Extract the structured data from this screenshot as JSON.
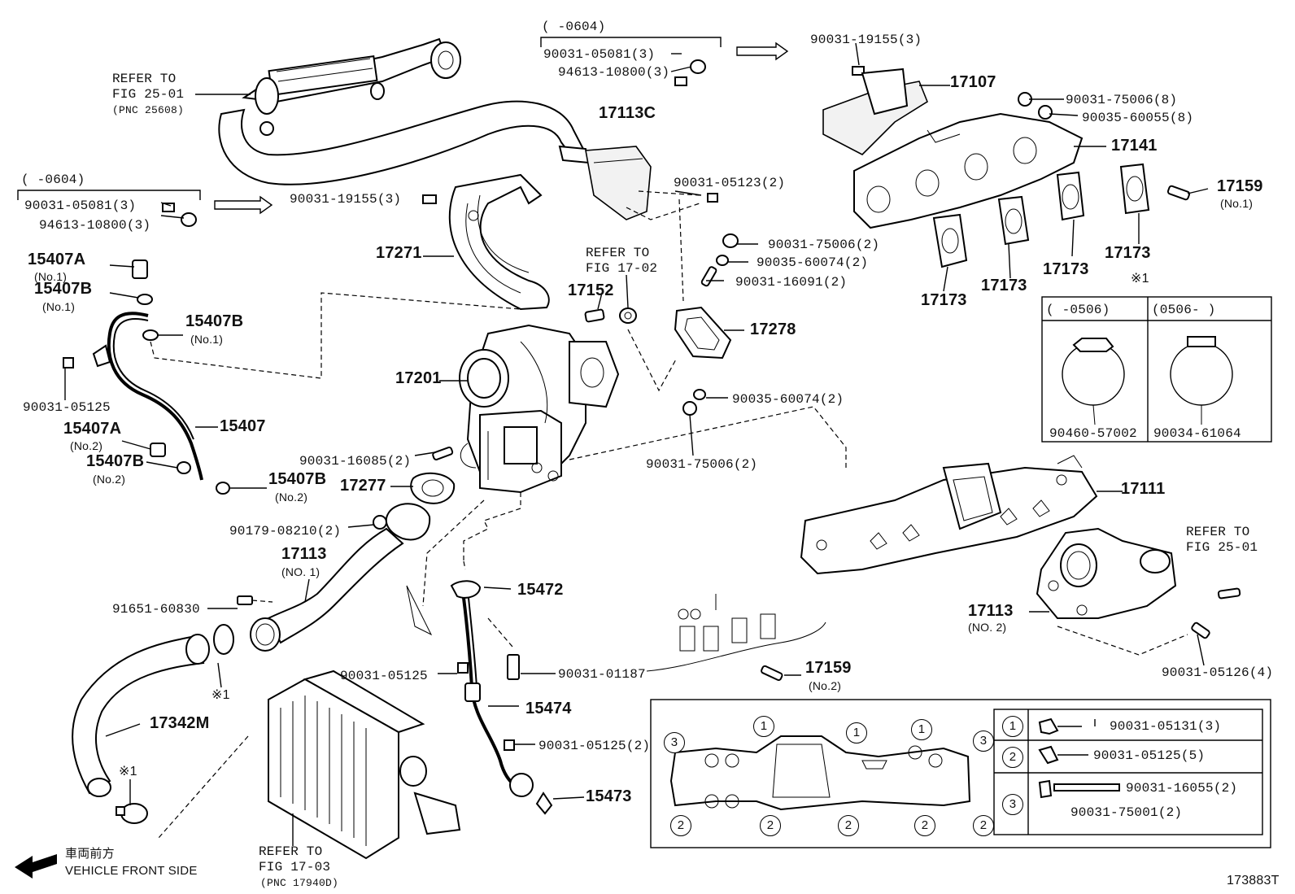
{
  "diagram_id": "173883T",
  "front_side": {
    "jp": "車両前方",
    "en": "VEHICLE FRONT SIDE"
  },
  "refs": {
    "r2501a": {
      "line1": "REFER TO",
      "line2": "FIG 25-01",
      "line3": "(PNC 25608)"
    },
    "r1702": {
      "line1": "REFER TO",
      "line2": "FIG 17-02"
    },
    "r2501b": {
      "line1": "REFER TO",
      "line2": "FIG 25-01"
    },
    "r1703": {
      "line1": "REFER TO",
      "line2": "FIG 17-03",
      "line3": "(PNC 17940D)"
    }
  },
  "labels": {
    "g1_range": "(     -0604)",
    "g1_a": "90031-05081(3)",
    "g1_b": "94613-10800(3)",
    "g2_range": "(     -0604)",
    "g2_a": "90031-05081(3)",
    "g2_b": "94613-10800(3)",
    "p19155a": "90031-19155(3)",
    "p19155b": "90031-19155(3)",
    "p17107": "17107",
    "p75006_8": "90031-75006(8)",
    "p60055": "90035-60055(8)",
    "p17141": "17141",
    "p17113C": "17113C",
    "p05123": "90031-05123(2)",
    "p17159a": "17159",
    "p17159a_sub": "(No.1)",
    "p17173a": "17173",
    "p17173b": "17173",
    "p17173c": "17173",
    "p17173d": "17173",
    "p15407Aa": "15407A",
    "p15407Aa_sub": "(No.1)",
    "p15407Ba": "15407B",
    "p15407Ba_sub": "(No.1)",
    "p15407Bb": "15407B",
    "p15407Bb_sub": "(No.1)",
    "p17271": "17271",
    "p75006_2a": "90031-75006(2)",
    "p60074a": "90035-60074(2)",
    "p16091": "90031-16091(2)",
    "p17152": "17152",
    "p17278": "17278",
    "p17201": "17201",
    "p05125a": "90031-05125",
    "p15407": "15407",
    "p60074b": "90035-60074(2)",
    "p15407Ab": "15407A",
    "p15407Ab_sub": "(No.2)",
    "p16085": "90031-16085(2)",
    "p75006_2b": "90031-75006(2)",
    "p15407Bc": "15407B",
    "p15407Bc_sub": "(No.2)",
    "p15407Bd": "15407B",
    "p15407Bd_sub": "(No.2)",
    "p17277": "17277",
    "p17111": "17111",
    "p08210": "90179-08210(2)",
    "p17113n1": "17113",
    "p17113n1_sub": "(NO. 1)",
    "p15472": "15472",
    "p60830": "91651-60830",
    "p17113n2": "17113",
    "p17113n2_sub": "(NO. 2)",
    "p05126": "90031-05126(4)",
    "p05125b": "90031-05125",
    "p01187": "90031-01187",
    "p17159b": "17159",
    "p17159b_sub": "(No.2)",
    "note1a": "※1",
    "note1b": "※1",
    "note1c": "※1",
    "p15474": "15474",
    "p17342M": "17342M",
    "p05125_2": "90031-05125(2)",
    "p15473": "15473"
  },
  "clamp_box": {
    "left_range": "(      -0506)",
    "right_range": "(0506-      )",
    "left_part": "90460-57002",
    "right_part": "90034-61064"
  },
  "bolt_table": {
    "rows": [
      {
        "key": "1",
        "parts": [
          "90031-05131(3)"
        ]
      },
      {
        "key": "2",
        "parts": [
          "90031-05125(5)"
        ]
      },
      {
        "key": "3",
        "parts": [
          "90031-16055(2)",
          "90031-75001(2)"
        ]
      }
    ]
  },
  "gasket_markers": {
    "top": [
      "3",
      "1",
      "1",
      "1",
      "3"
    ],
    "bottom": [
      "2",
      "2",
      "2",
      "2",
      "2"
    ]
  }
}
